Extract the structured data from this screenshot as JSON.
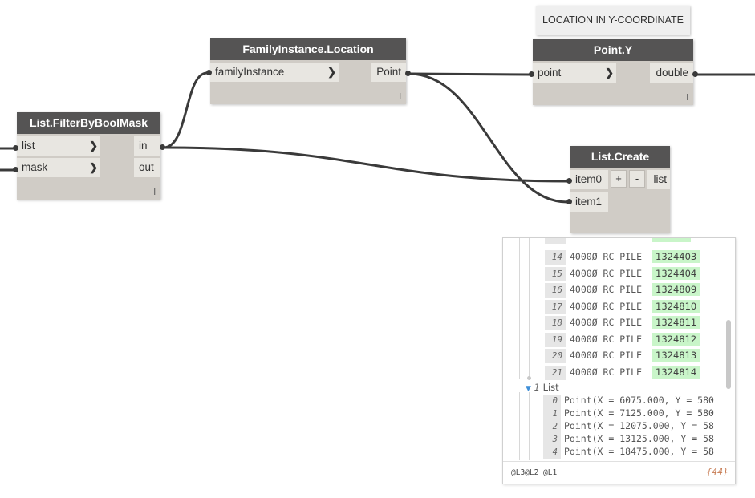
{
  "note": {
    "text": "LOCATION IN Y-COORDINATE"
  },
  "nodes": {
    "filter": {
      "title": "List.FilterByBoolMask",
      "inputs": [
        "list",
        "mask"
      ],
      "outputs": [
        "in",
        "out"
      ],
      "lacing": "l"
    },
    "location": {
      "title": "FamilyInstance.Location",
      "inputs": [
        "familyInstance"
      ],
      "outputs": [
        "Point"
      ],
      "lacing": "l"
    },
    "pointy": {
      "title": "Point.Y",
      "inputs": [
        "point"
      ],
      "outputs": [
        "double"
      ],
      "lacing": "l"
    },
    "listcreate": {
      "title": "List.Create",
      "inputs": [
        "item0",
        "item1"
      ],
      "outputs": [
        "list"
      ],
      "add_label": "+",
      "remove_label": "-"
    }
  },
  "preview": {
    "rows": [
      {
        "index": "14",
        "name": "4000Ø RC PILE",
        "id": "1324403"
      },
      {
        "index": "15",
        "name": "4000Ø RC PILE",
        "id": "1324404"
      },
      {
        "index": "16",
        "name": "4000Ø RC PILE",
        "id": "1324809"
      },
      {
        "index": "17",
        "name": "4000Ø RC PILE",
        "id": "1324810"
      },
      {
        "index": "18",
        "name": "4000Ø RC PILE",
        "id": "1324811"
      },
      {
        "index": "19",
        "name": "4000Ø RC PILE",
        "id": "1324812"
      },
      {
        "index": "20",
        "name": "4000Ø RC PILE",
        "id": "1324813"
      },
      {
        "index": "21",
        "name": "4000Ø RC PILE",
        "id": "1324814"
      }
    ],
    "sublist": {
      "index": "1",
      "label": "List"
    },
    "points": [
      {
        "index": "0",
        "text": "Point(X = 6075.000, Y = 580"
      },
      {
        "index": "1",
        "text": "Point(X = 7125.000, Y = 580"
      },
      {
        "index": "2",
        "text": "Point(X = 12075.000, Y = 58"
      },
      {
        "index": "3",
        "text": "Point(X = 13125.000, Y = 58"
      },
      {
        "index": "4",
        "text": "Point(X = 18475.000, Y = 58"
      }
    ],
    "levels": "@L3@L2 @L1",
    "count": "{44}"
  }
}
